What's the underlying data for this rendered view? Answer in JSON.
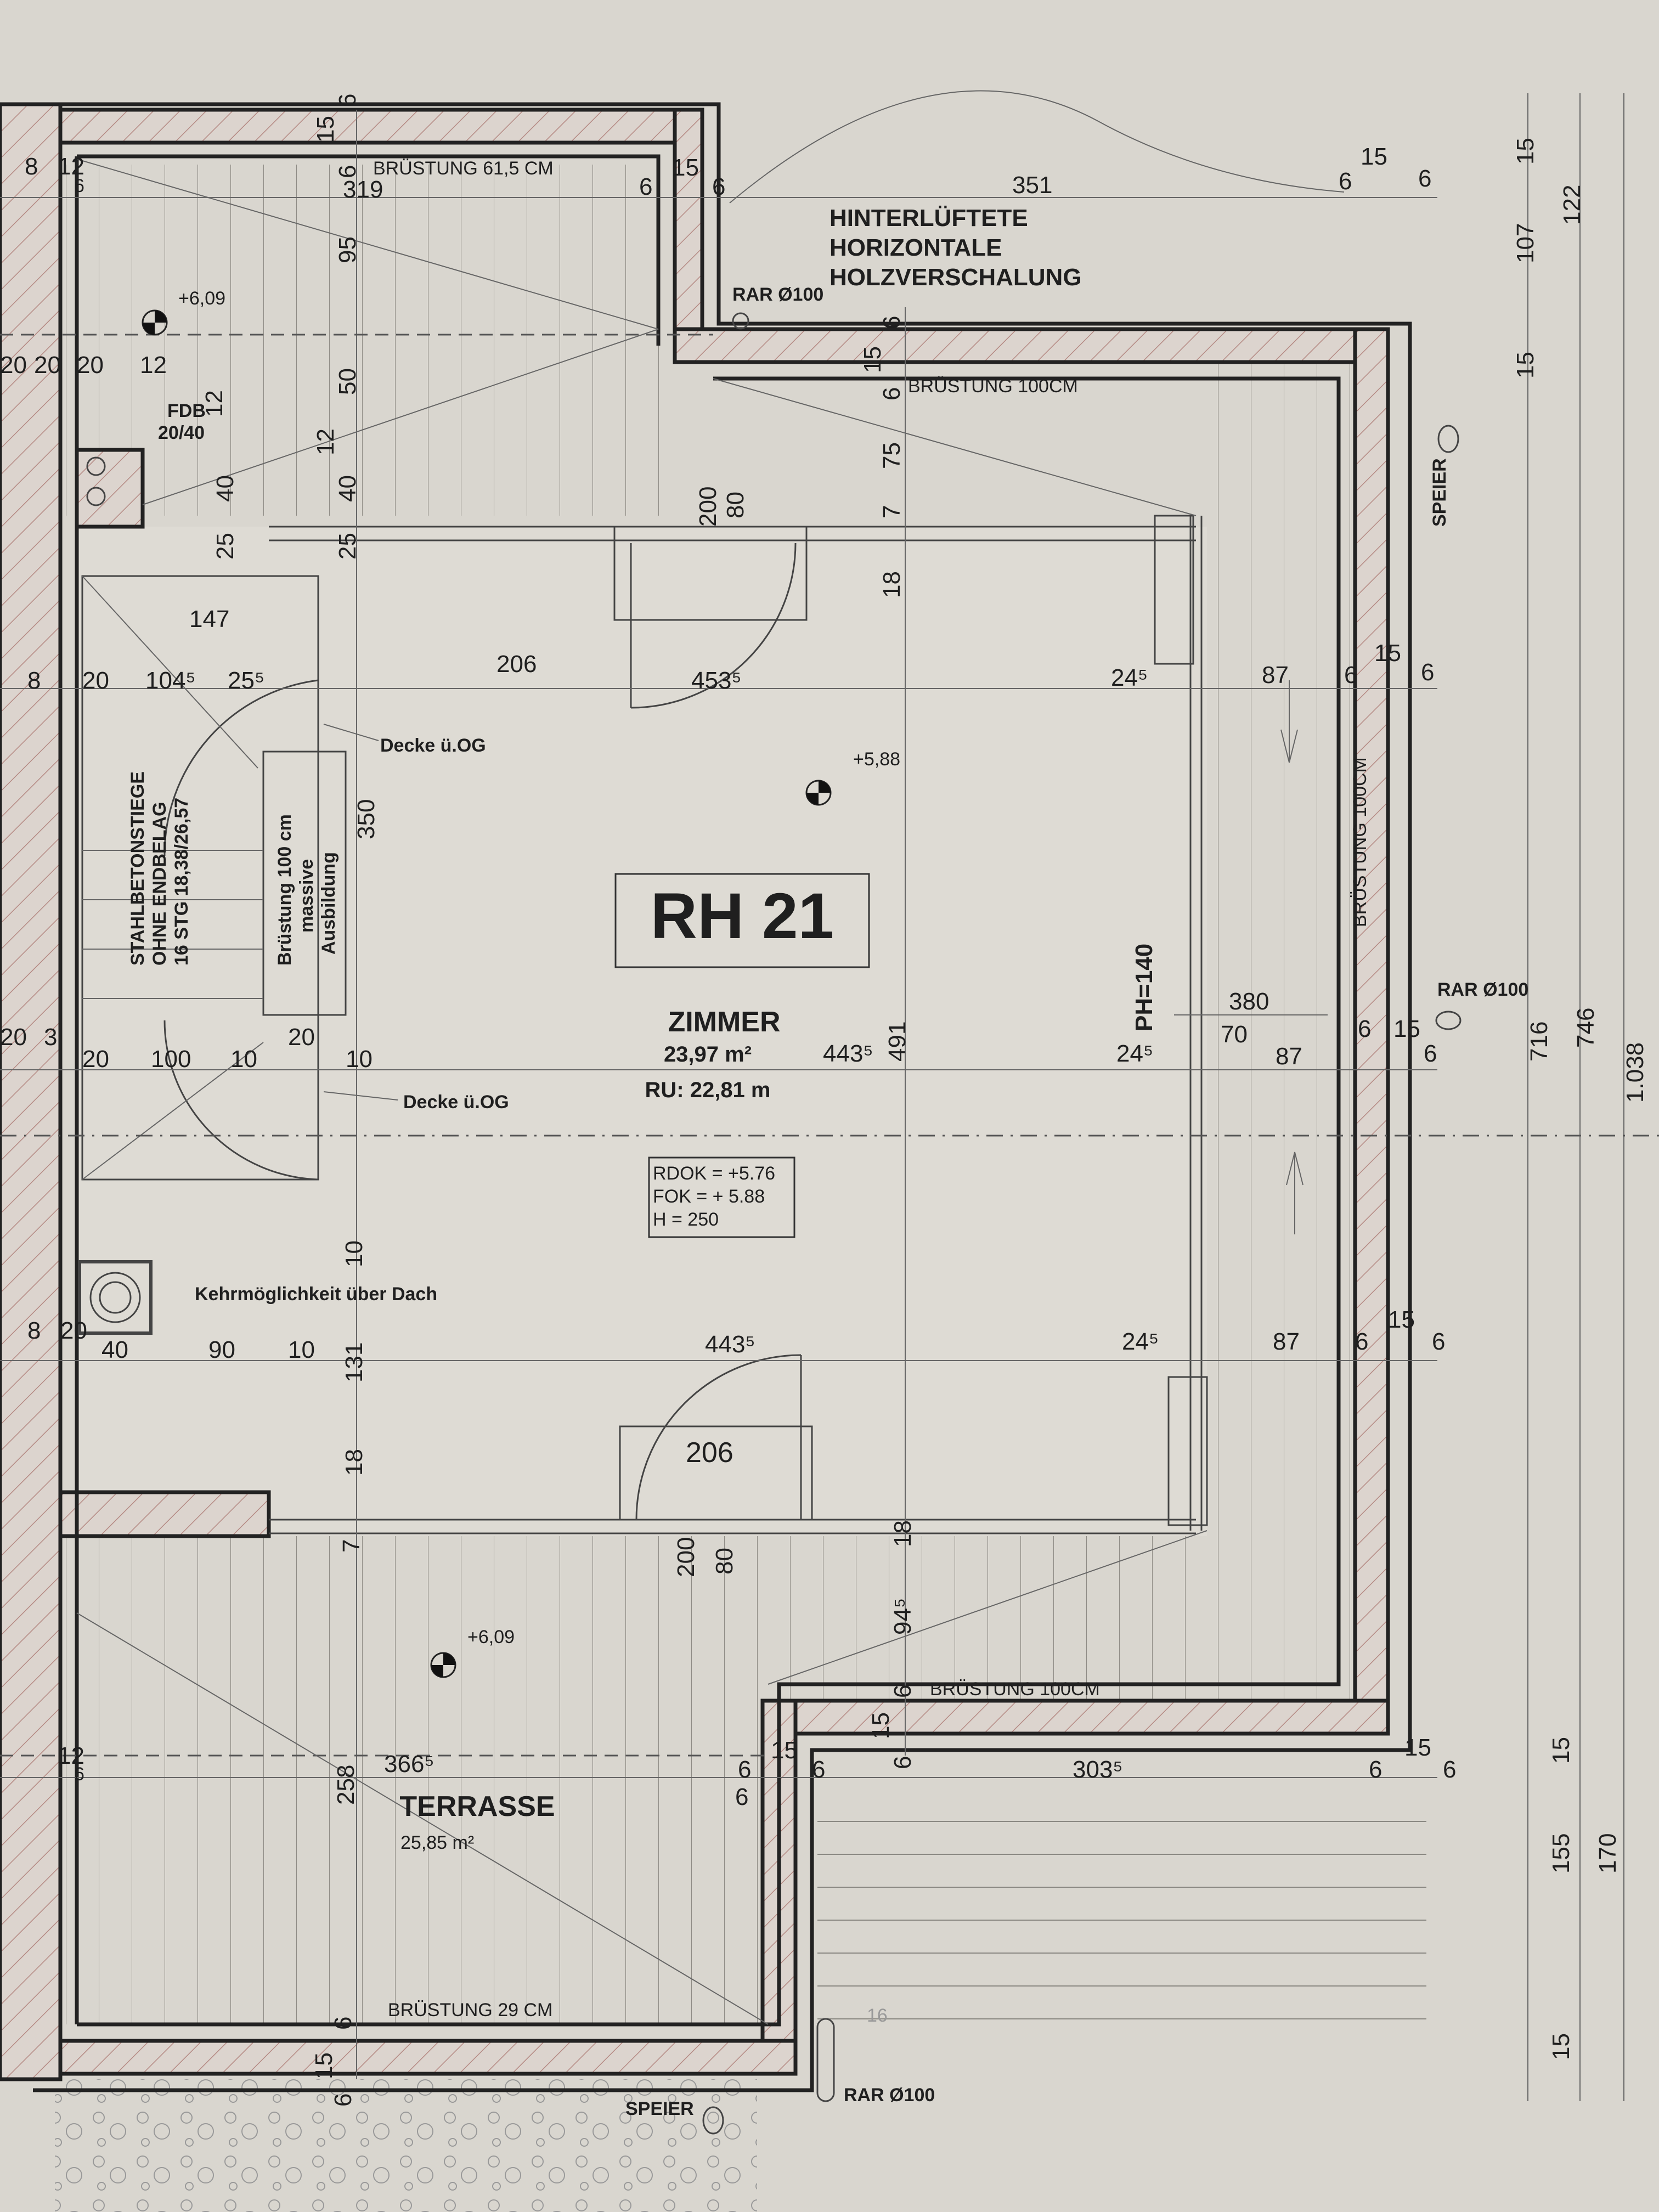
{
  "plan": {
    "unit_id": "RH 21",
    "room": {
      "name": "ZIMMER",
      "area": "23,97 m²",
      "perimeter": "RU: 22,81 m",
      "overlap_dim": "443⁵",
      "levels": [
        "RDOK = +5.76",
        "FOK = + 5.88",
        "H = 250"
      ],
      "elevation": "+5,88"
    },
    "terrace": {
      "name": "TERRASSE",
      "area": "25,85 m²",
      "elevation": "+6,09",
      "width_dim": "366⁵",
      "depth_dim": "258",
      "parapet": "BRÜSTUNG 29 CM"
    },
    "north_terrace": {
      "elevation": "+6,09",
      "parapet": "BRÜSTUNG 61,5 CM",
      "width_dim": "319",
      "depth_dim": "95"
    },
    "notes": {
      "cladding": [
        "HINTERLÜFTETE",
        "HORIZONTALE",
        "HOLZVERSCHALUNG"
      ],
      "parapet_100": "BRÜSTUNG 100CM",
      "parapet_100_side": "BRÜSTUNG 100CM",
      "parapet_100_south": "BRÜSTUNG 100CM",
      "stair": [
        "STAHLBETONSTIEGE",
        "OHNE ENDBELAG",
        "16 STG 18,38/26,57"
      ],
      "stair_parapet": [
        "Brüstung 100 cm",
        "massive",
        "Ausbildung"
      ],
      "ceiling_1": "Decke ü.OG",
      "ceiling_2": "Decke ü.OG",
      "chimney": "Kehrmöglichkeit über Dach",
      "skylight": [
        "FDB",
        "20/40"
      ],
      "window_height": "PH=140",
      "rar_top": "RAR Ø100",
      "rar_right": "RAR Ø100",
      "rar_bottom": "RAR Ø100",
      "speier_right": "SPEIER",
      "speier_bottom": "SPEIER",
      "faded_mark": "16"
    },
    "dims": {
      "top_351": "351",
      "top_15": "15",
      "top_6a": "6",
      "top_6b": "6",
      "tl_15": "15",
      "tl_6a": "6",
      "tl_6b": "6",
      "tl_12": "12",
      "tl_6c": "6",
      "tl_3": "3",
      "tm_15": "15",
      "tm_6a": "6",
      "tm_6b": "6",
      "left_row": [
        "20",
        "20",
        "20",
        "12"
      ],
      "v_50": "50",
      "v_12": "12",
      "v_40a": "40",
      "v_40b": "40",
      "v_25a": "25",
      "v_25b": "25",
      "door_200": "200",
      "door_80": "80",
      "v_15b": "15",
      "v_6c": "6",
      "v_75": "75",
      "v_7": "7",
      "v_18": "18",
      "d_206_top": "206",
      "d_453": "453⁵",
      "d_147": "147",
      "d_20a": "20",
      "d_1045": "104⁵",
      "d_255": "25⁵",
      "d_350": "350",
      "d_491": "491",
      "r_245a": "24⁵",
      "r_87a": "87",
      "r_6a": "6",
      "r_15a": "15",
      "r_6b": "6",
      "r_380": "380",
      "r_70": "70",
      "r_245b": "24⁵",
      "r_87b": "87",
      "r_6c": "6",
      "r_15b": "15",
      "r_6d": "6",
      "r_245c": "24⁵",
      "r_87c": "87",
      "r_6e": "6",
      "r_15c": "15",
      "r_6f": "6",
      "mid_20": "20",
      "mid_3": "3",
      "mid_20b": "20",
      "mid_100": "100",
      "mid_10a": "10",
      "mid_20c": "20",
      "mid_10b": "10",
      "v_10": "10",
      "bot_20": "20",
      "bot_8": "8",
      "bot_40": "40",
      "bot_90": "90",
      "bot_10": "10",
      "v_131": "131",
      "d_4435": "443⁵",
      "d_206_bot": "206",
      "v_18b": "18",
      "v_7b": "7",
      "door2_200": "200",
      "door2_80": "80",
      "v_18c": "18",
      "v_945": "94⁵",
      "v_6s": "6",
      "v_15s": "15",
      "v_6t": "6",
      "s_6a": "6",
      "s_15": "15",
      "s_6b": "6",
      "s_3035": "303⁵",
      "s_6c": "6",
      "s_15b": "15",
      "s_6d": "6",
      "tl12": "12",
      "tl6": "6",
      "ter_6": "6",
      "b_15": "15",
      "b_6": "6",
      "b_6b": "6",
      "side_15a": "15",
      "side_107": "107",
      "side_15b": "15",
      "side_122": "122",
      "side_716": "716",
      "side_746": "746",
      "side_1038": "1.038",
      "side_15c": "15",
      "side_155": "155",
      "side_15d": "15",
      "side_170": "170",
      "left_8a": "8",
      "left_8b": "8",
      "left_20": "20",
      "left_3": "3"
    }
  },
  "colors": {
    "paper": "#d9d6cf",
    "ink": "#1f1f1f",
    "hatch": "#b58a84"
  }
}
